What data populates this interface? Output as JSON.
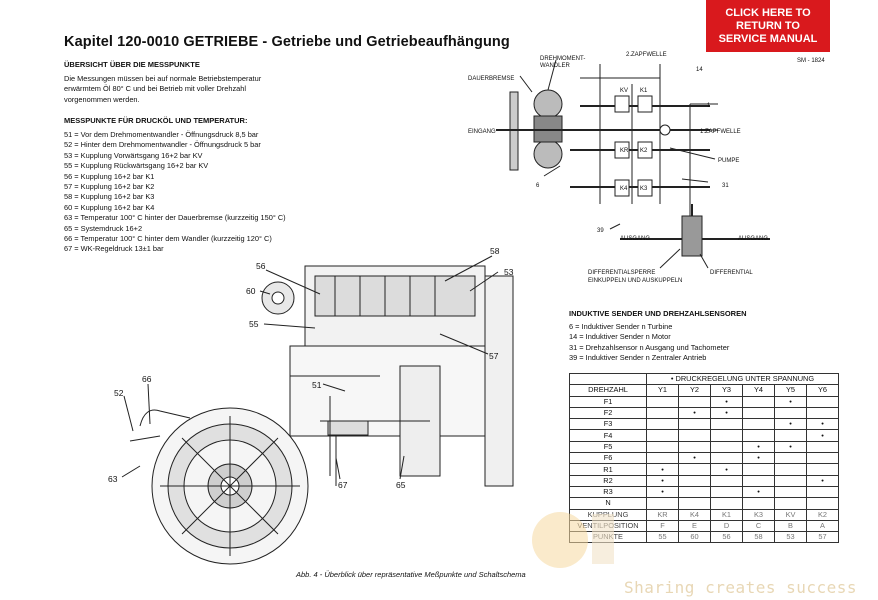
{
  "return_button": {
    "label": "CLICK HERE TO\nRETURN TO\nSERVICE MANUAL"
  },
  "title": "Kapitel 120-0010 GETRIEBE - Getriebe und Getriebeaufhängung",
  "sm_code": "SM - 1824",
  "overview": {
    "heading": "ÜBERSICHT ÜBER DIE MESSPUNKTE",
    "lines": [
      "Die Messungen müssen bei auf normale Betriebstemperatur",
      "erwärmtem Öl 80° C und bei Betrieb mit voller Drehzahl",
      "vorgenommen werden."
    ]
  },
  "measure_points": {
    "heading": "MESSPUNKTE FÜR DRUCKÖL UND TEMPERATUR:",
    "items": [
      "51 = Vor dem Drehmomentwandler - Öffnungsdruck 8,5 bar",
      "52 = Hinter dem Drehmomentwandler - Öffnungsdruck 5 bar",
      "53 = Kupplung Vorwärtsgang 16+2 bar KV",
      "55 = Kupplung Rückwärtsgang 16+2 bar KV",
      "56 = Kupplung 16+2 bar K1",
      "57 = Kupplung 16+2 bar K2",
      "58 = Kupplung 16+2 bar K3",
      "60 = Kupplung 16+2 bar K4",
      "63 = Temperatur 100° C hinter der Dauerbremse (kurzzeitig 150° C)",
      "65 = Systemdruck 16+2",
      "66 = Temperatur 100° C hinter dem Wandler (kurzzeitig 120° C)",
      "67 = WK-Regeldruck 13±1 bar"
    ]
  },
  "sensors": {
    "heading": "INDUKTIVE SENDER UND DREHZAHLSENSOREN",
    "items": [
      "6 = Induktiver Sender n Turbine",
      "14 = Induktiver Sender n Motor",
      "31 = Drehzahlsensor n Ausgang und Tachometer",
      "39 =  Induktiver Sender n Zentraler Antrieb"
    ]
  },
  "schematic_labels": {
    "dauerbremse": "DAUERBREMSE",
    "wandler": [
      "DREHMOMENT-",
      "WANDLER"
    ],
    "zapfwelle2": "2.ZAPFWELLE",
    "zapfwelle1": "1.ZAPFWELLE",
    "eingang": "EINGANG",
    "pumpe": "PUMPE",
    "ausgang_l": "AUSGANG",
    "ausgang_r": "AUSGANG",
    "diffsperre": [
      "DIFFERENTIALSPERRE",
      "EINKUPPELN UND AUSKUPPELN"
    ],
    "differential": "DIFFERENTIAL",
    "kv": "KV",
    "k1": "K1",
    "kr": "KR",
    "k2": "K2",
    "k4": "K4",
    "k3": "K3",
    "n14": "14",
    "n1": "1",
    "n6": "6",
    "n31": "31",
    "n39": "39"
  },
  "drawing_callouts": {
    "c56": "56",
    "c60": "60",
    "c55": "55",
    "c58": "58",
    "c53": "53",
    "c57": "57",
    "c51": "51",
    "c66": "66",
    "c52": "52",
    "c63": "63",
    "c67": "67",
    "c65": "65"
  },
  "table": {
    "group_header": "• DRUCKREGELUNG UNTER SPANNUNG",
    "row_header": "DREHZAHL",
    "columns": [
      "Y1",
      "Y2",
      "Y3",
      "Y4",
      "Y5",
      "Y6"
    ],
    "rows": [
      {
        "label": "F1",
        "cells": [
          "",
          "",
          "•",
          "",
          "•",
          ""
        ]
      },
      {
        "label": "F2",
        "cells": [
          "",
          "•",
          "•",
          "",
          "",
          ""
        ]
      },
      {
        "label": "F3",
        "cells": [
          "",
          "",
          "",
          "",
          "•",
          "•"
        ]
      },
      {
        "label": "F4",
        "cells": [
          "",
          "",
          "",
          "",
          "",
          "•"
        ]
      },
      {
        "label": "F5",
        "cells": [
          "",
          "",
          "",
          "•",
          "•",
          ""
        ]
      },
      {
        "label": "F6",
        "cells": [
          "",
          "•",
          "",
          "•",
          "",
          ""
        ]
      },
      {
        "label": "R1",
        "cells": [
          "•",
          "",
          "•",
          "",
          "",
          ""
        ]
      },
      {
        "label": "R2",
        "cells": [
          "•",
          "",
          "",
          "",
          "",
          "•"
        ]
      },
      {
        "label": "R3",
        "cells": [
          "•",
          "",
          "",
          "•",
          "",
          ""
        ]
      },
      {
        "label": "N",
        "cells": [
          "",
          "",
          "",
          "",
          "",
          ""
        ]
      }
    ],
    "footer_rows": [
      {
        "label": "KUPPLUNG",
        "cells": [
          "KR",
          "K4",
          "K1",
          "K3",
          "KV",
          "K2"
        ]
      },
      {
        "label": "VENTILPOSITION",
        "cells": [
          "F",
          "E",
          "D",
          "C",
          "B",
          "A"
        ]
      },
      {
        "label": "PUNKTE",
        "cells": [
          "55",
          "60",
          "56",
          "58",
          "53",
          "57"
        ]
      }
    ]
  },
  "caption": "Abb. 4 - Überblick über repräsentative Meßpunkte und Schaltschema",
  "watermark": "Sharing creates success",
  "colors": {
    "button_bg": "#d9191d",
    "watermark": "#e8d7b5"
  }
}
